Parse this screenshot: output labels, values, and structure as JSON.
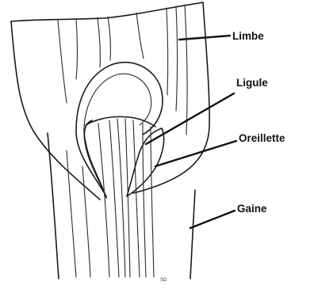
{
  "labels": {
    "limbe": "Limbe",
    "ligule": "Ligule",
    "oreillette": "Oreillette",
    "gaine": "Gaine"
  },
  "signature": "SD"
}
